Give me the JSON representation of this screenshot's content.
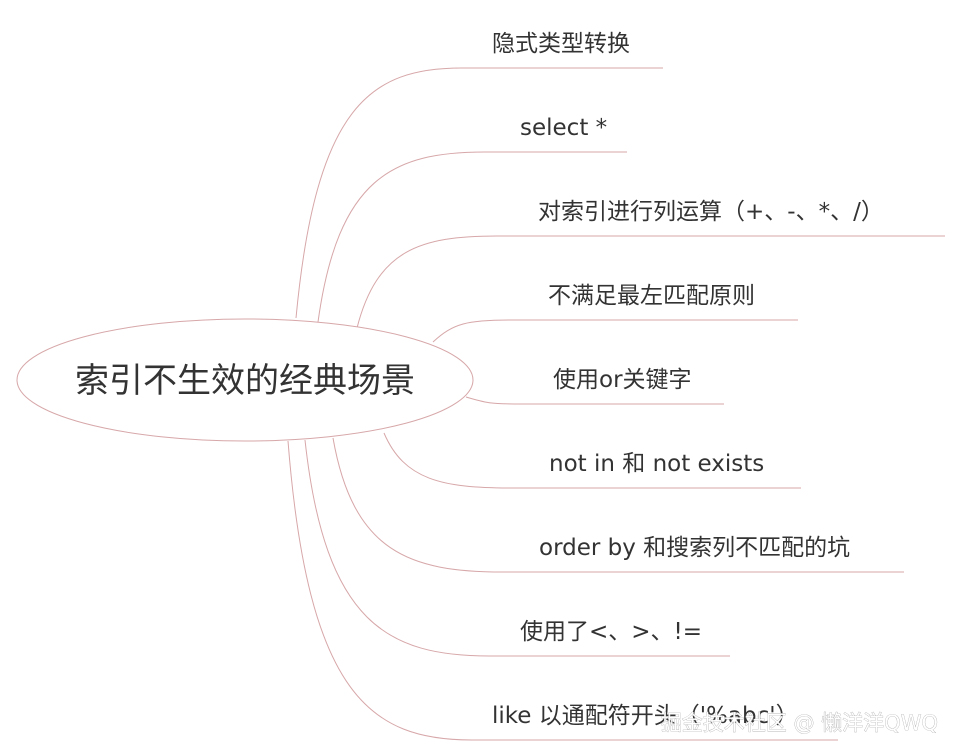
{
  "root": {
    "label": "索引不生效的经典场景"
  },
  "branches": [
    {
      "label": "隐式类型转换"
    },
    {
      "label": "select *"
    },
    {
      "label": "对索引进行列运算（+、-、*、/）"
    },
    {
      "label": "不满足最左匹配原则"
    },
    {
      "label": "使用or关键字"
    },
    {
      "label": "not in 和 not exists"
    },
    {
      "label": "order by 和搜索列不匹配的坑"
    },
    {
      "label": "使用了<、>、!="
    },
    {
      "label": "like 以通配符开头（'%abc'）"
    }
  ],
  "watermark": {
    "text": "掘金技术社区 @ 懒洋洋QWQ"
  },
  "colors": {
    "line": "#d7a7a9",
    "text": "#333333",
    "background": "#ffffff"
  }
}
